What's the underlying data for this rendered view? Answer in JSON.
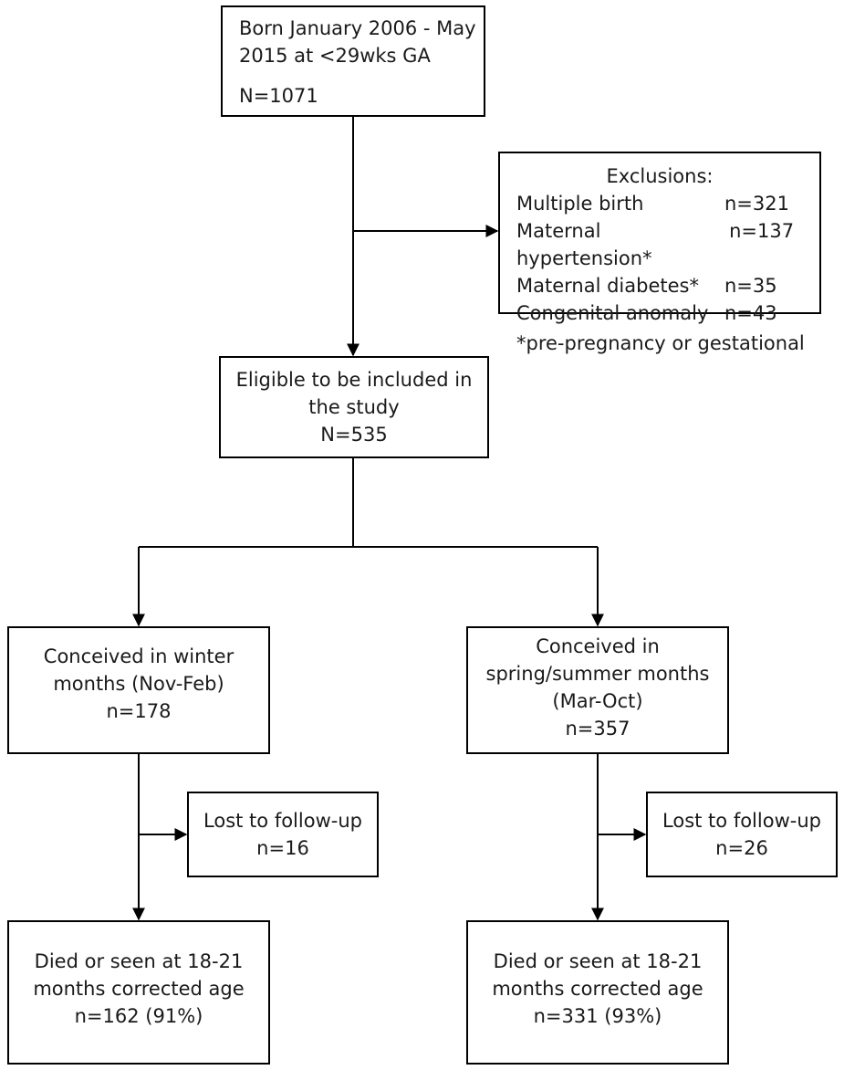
{
  "start": {
    "line1": "Born January 2006 - May",
    "line2": "2015 at <29wks GA",
    "count": "N=1071"
  },
  "exclusions": {
    "title": "Exclusions:",
    "items": [
      {
        "label": "Multiple birth",
        "n": "n=321"
      },
      {
        "label": "Maternal hypertension*",
        "n": "n=137"
      },
      {
        "label": "Maternal diabetes*",
        "n": "n=35"
      },
      {
        "label": "Congenital anomaly",
        "n": "n=43"
      }
    ],
    "footnote": "*pre-pregnancy or gestational"
  },
  "eligible": {
    "line1": "Eligible to be included in",
    "line2": "the study",
    "count": "N=535"
  },
  "winter": {
    "line1": "Conceived in winter",
    "line2": "months (Nov-Feb)",
    "count": "n=178",
    "lost_label": "Lost to follow-up",
    "lost_count": "n=16",
    "outcome_line1": "Died or seen at 18-21",
    "outcome_line2": "months corrected age",
    "outcome_count": "n=162 (91%)"
  },
  "summer": {
    "line1": "Conceived in",
    "line2": "spring/summer months",
    "line3": "(Mar-Oct)",
    "count": "n=357",
    "lost_label": "Lost to follow-up",
    "lost_count": "n=26",
    "outcome_line1": "Died or seen at 18-21",
    "outcome_line2": "months corrected age",
    "outcome_count": "n=331 (93%)"
  }
}
